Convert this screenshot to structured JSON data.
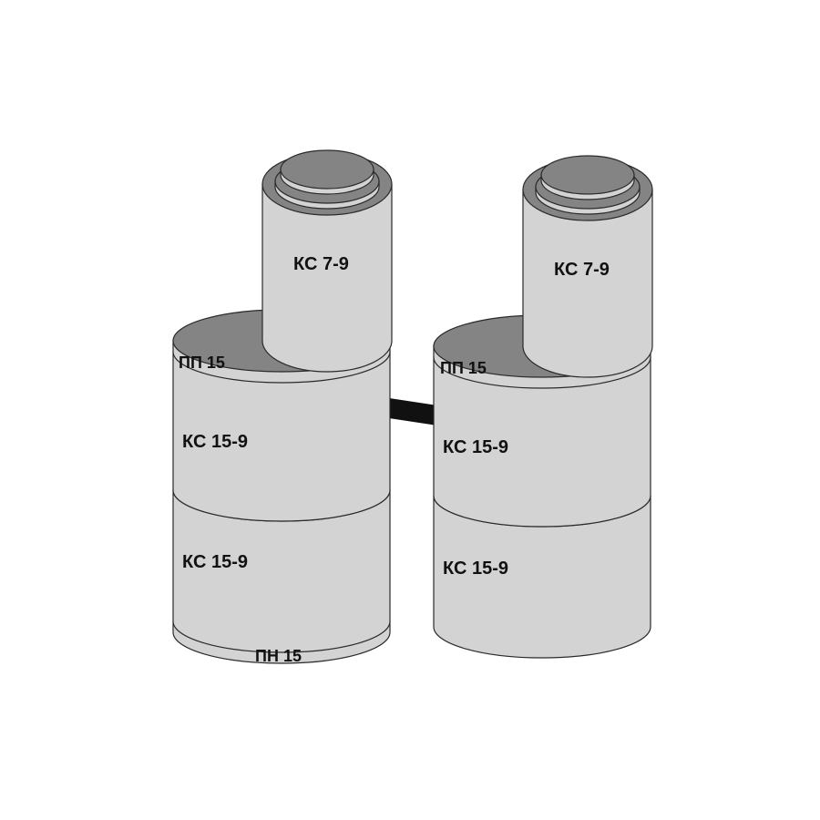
{
  "colors": {
    "body": "#d3d3d3",
    "top": "#848484",
    "outline": "#2a2a2a",
    "pipe": "#111111",
    "background": "#ffffff"
  },
  "left_well": {
    "neck_label": "КС 7-9",
    "slab_label": "ПП 15",
    "upper_ring_label": "КС 15-9",
    "lower_ring_label": "КС 15-9",
    "base_label": "ПН 15"
  },
  "right_well": {
    "neck_label": "КС 7-9",
    "slab_label": "ПП 15",
    "upper_ring_label": "КС 15-9",
    "lower_ring_label": "КС 15-9"
  }
}
